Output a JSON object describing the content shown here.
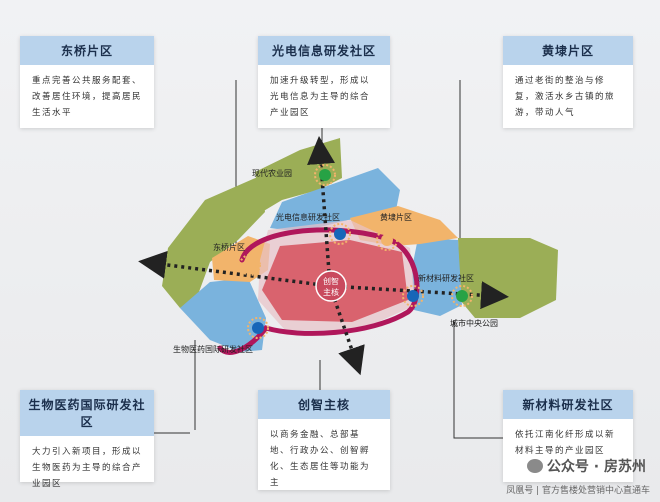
{
  "cards": {
    "dongqiao": {
      "title": "东桥片区",
      "body": "重点完善公共服务配套、改善居住环境，提高居民生活水平"
    },
    "guangdian": {
      "title": "光电信息研发社区",
      "body": "加速升级转型，形成以光电信息为主导的综合产业园区"
    },
    "huangdai": {
      "title": "黄埭片区",
      "body": "通过老街的整治与修复，激活水乡古镇的旅游，带动人气"
    },
    "shengwu": {
      "title": "生物医药国际研发社区",
      "body": "大力引入新项目，形成以生物医药为主导的综合产业园区"
    },
    "chuangzhi": {
      "title": "创智主核",
      "body": "以商务金融、总部基地、行政办公、创智孵化、生态居住等功能为主"
    },
    "xincailiao": {
      "title": "新材料研发社区",
      "body": "依托江南化纤形成以新材料主导的产业园区"
    }
  },
  "map_labels": {
    "modern_agri": "现代农业园",
    "guangdian": "光电信息研发社区",
    "huangdai": "黄埭片区",
    "dongqiao": "东桥片区",
    "core_line1": "创智",
    "core_line2": "主核",
    "xincailiao": "新材料研发社区",
    "city_park": "城市中央公园",
    "shengwu": "生物医药国际研发社区"
  },
  "watermark": "公众号 · 房苏州",
  "footer": "凤凰号 | 官方售楼处营销中心直通车",
  "colors": {
    "header_bg": "#b9d3ec",
    "green_zone": "#9bae56",
    "blue_zone": "#7ab3dd",
    "orange_zone": "#f2b46b",
    "core_pink": "#d9636e",
    "ring_magenta": "#b0175b",
    "node_blue": "#1766b8",
    "node_green": "#27a245"
  }
}
